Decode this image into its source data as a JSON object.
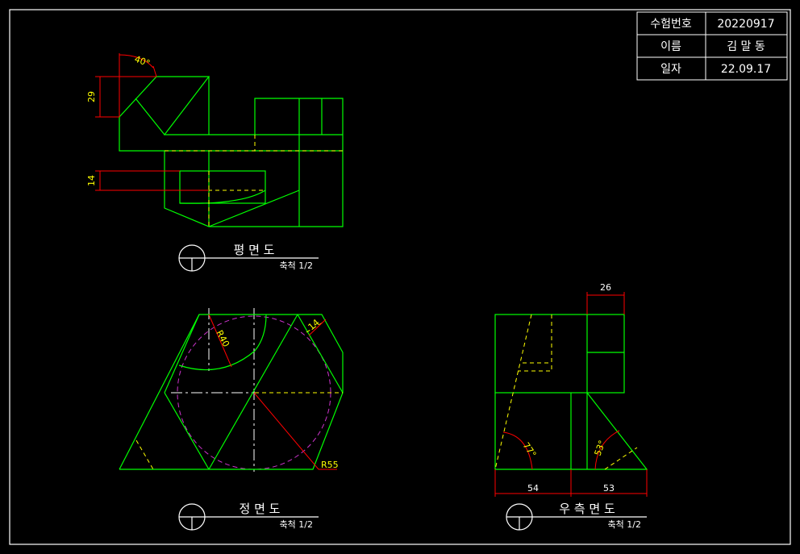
{
  "title_block": {
    "rows": [
      {
        "label": "수험번호",
        "value": "20220917"
      },
      {
        "label": "이름",
        "value": "김 말 동"
      },
      {
        "label": "일자",
        "value": "22.09.17"
      }
    ]
  },
  "views": {
    "plan": {
      "title": "평 면 도",
      "scale": "축척 1/2"
    },
    "front": {
      "title": "정 면 도",
      "scale": "축척 1/2"
    },
    "right": {
      "title": "우 측 면 도",
      "scale": "축척 1/2"
    }
  },
  "dimensions": {
    "plan_angle": "40°",
    "plan_height": "29",
    "plan_depth": "14",
    "front_radius_small": "R40",
    "front_offset": "14",
    "front_radius_large": "R55",
    "right_top_width": "26",
    "right_angle_left": "77°",
    "right_angle_right": "53°",
    "right_bottom_left": "54",
    "right_bottom_right": "53"
  },
  "colors": {
    "background": "#000000",
    "border": "#ffffff",
    "outline": "#00ff00",
    "hidden": "#ffff00",
    "dimension": "#ff0000",
    "dimension_text": "#ffff00",
    "center": "#ffffff",
    "circle": "#cc33cc"
  }
}
